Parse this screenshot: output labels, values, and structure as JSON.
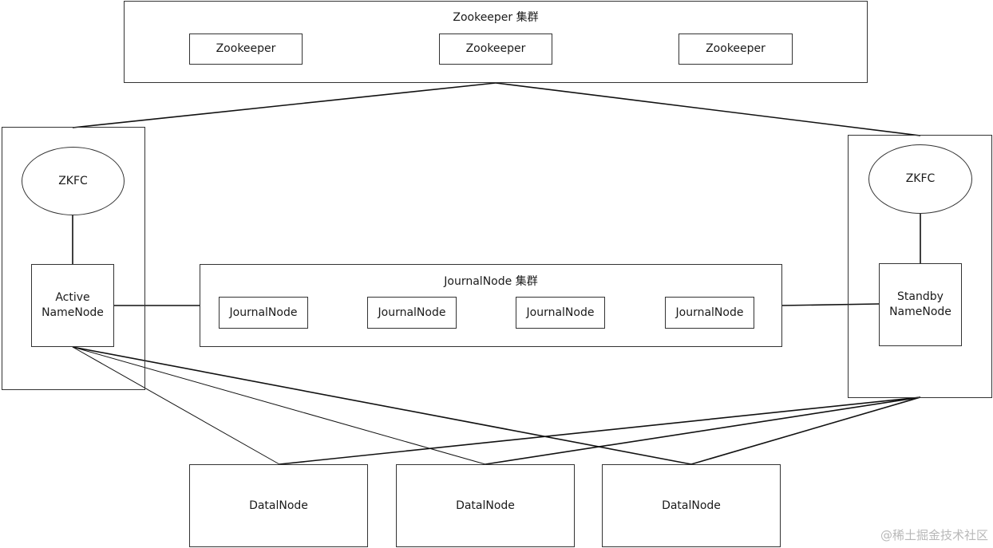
{
  "zookeeper_cluster": {
    "title": "Zookeeper 集群",
    "nodes": [
      "Zookeeper",
      "Zookeeper",
      "Zookeeper"
    ]
  },
  "active": {
    "zkfc": "ZKFC",
    "namenode_line1": "Active",
    "namenode_line2": "NameNode"
  },
  "standby": {
    "zkfc": "ZKFC",
    "namenode_line1": "Standby",
    "namenode_line2": "NameNode"
  },
  "journal_cluster": {
    "title": "JournalNode 集群",
    "nodes": [
      "JournalNode",
      "JournalNode",
      "JournalNode",
      "JournalNode"
    ]
  },
  "datanodes": [
    "DatalNode",
    "DatalNode",
    "DatalNode"
  ],
  "watermark": "@稀土掘金技术社区"
}
